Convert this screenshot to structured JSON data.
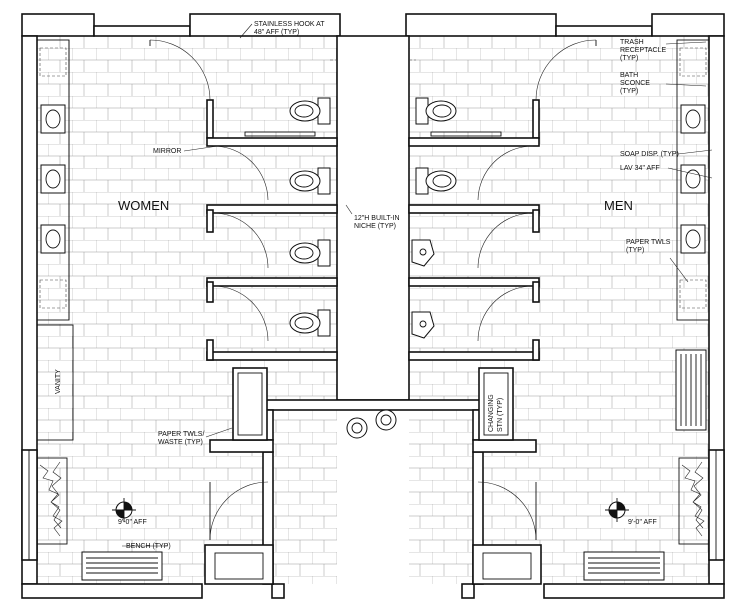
{
  "rooms": {
    "women": "WOMEN",
    "men": "MEN"
  },
  "notes": {
    "hook_line1": "STAINLESS HOOK AT",
    "hook_line2": "48\" AFF (TYP)",
    "mirror": "MIRROR",
    "niche_line1": "12\"H BUILT-IN",
    "niche_line2": "NICHE (TYP)",
    "vanity": "VANITY",
    "paper_waste_line1": "PAPER TWLS/",
    "paper_waste_line2": "WASTE (TYP)",
    "changing_line1": "CHANGING",
    "changing_line2": "STN (TYP)",
    "bench": "BENCH (TYP)",
    "ceiling_women": "9'-0\" AFF",
    "ceiling_men": "9'-0\" AFF",
    "trash_line1": "TRASH",
    "trash_line2": "RECEPTACLE",
    "trash_line3": "(TYP)",
    "sconce_line1": "BATH",
    "sconce_line2": "SCONCE",
    "sconce_line3": "(TYP)",
    "soap": "SOAP DISP. (TYP)",
    "lav": "LAV 34\" AFF",
    "paper_men_line1": "PAPER TWLS",
    "paper_men_line2": "(TYP)"
  }
}
